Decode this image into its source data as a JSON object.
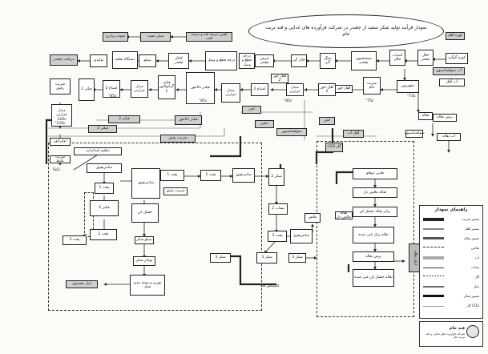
{
  "title": "نمودار فرآیند تولید شکر سفید از چغندر در شرکت فرآورده های غذایی و قند تربت جام",
  "boxes": {
    "b1": "کوره آهک",
    "b2": "کوره گوگرد",
    "b3": "آب سولفیتاسیون",
    "b4": "آب آهک",
    "b5": "خلال چغندر",
    "b6": "اسیاب خلال",
    "b7": "شستشوی چغندر",
    "b8": "دیفوزیون",
    "b9": "شربت خام",
    "b10": "آهک خور",
    "b11": "آهک خور 2",
    "b12": "صافی",
    "b13": "لجن",
    "b14": "سولفیتاسیون",
    "b15": "آب تفاله",
    "b16": "پرس تفاله",
    "b17": "تفاله",
    "b18": "سنگ گیر",
    "b19": "خاک گیر",
    "b20": "خرمن چغندر",
    "b21": "درجه قطع و وصل",
    "b22": "کانال چغندر",
    "b23": "سیلو",
    "b24": "دستگاه تخلیه",
    "b25": "تولیدی",
    "b26": "دریافت چغندر",
    "b27": "نمونه برداری",
    "b28": "سیار تست",
    "b29": "تعیین درصد قند و درصد افت",
    "b30": "فیلتر 2",
    "b31": "اشباع 2",
    "b32": "مبدل حرارتی",
    "b33": "فیلتر گرانولاتور 1",
    "b34": "فیلتر دکانتور",
    "b35": "تبخیر",
    "b36": "شربت رقیق",
    "b37": "مبدل حرارتی 120c",
    "b38": "اواپراتور",
    "b39": "شربت غلیظ",
    "b40": "تنظیم استاندارد",
    "b41": "سانتریفیوژ",
    "b42": "پخت 1",
    "b43": "پخت 2",
    "b44": "پخت 3",
    "b45": "شکر 1",
    "b46": "شکر 2",
    "b47": "شکر 3",
    "b48": "خشک کن",
    "b49": "سیلو شکر",
    "b50": "بوجار شکر",
    "b51": "توزین و بسته بندی شکر",
    "b52": "انبار محصول",
    "b53": "ملاس",
    "b54": "هایبن دوفلو",
    "b55": "تفاله ملاس دار",
    "b56": "برابر تفاله خشک کن",
    "b57": "تفاله پرک غنی شده",
    "b58": "پرس تفاله",
    "b59": "تفاله خشک کن غنی شده",
    "b60": "پساب 1",
    "b61": "پساب 2",
    "b62": "تفاله",
    "b63": "انبار تفاله",
    "b64": "آهک آب",
    "b65": "گاز CO2"
  },
  "labels": {
    "t73": "73c°",
    "t75": "75c°",
    "t85a": "85c°",
    "t85b": "85c°",
    "t85c": "85c°",
    "t120": "120c°",
    "so2": "So2",
    "co2": "CO2",
    "side": "انبار تفاله",
    "bottom": "کلینیکس قند"
  },
  "legend": {
    "title": "راهنمای نمودار",
    "rows": [
      "مسیر شربت",
      "مسیر آهک",
      "مسیر تفاله",
      "ملاس",
      "آب",
      "پساب",
      "گاز",
      "بخار",
      "مسیر شکر",
      "CO2 گاز"
    ]
  },
  "logo": {
    "name": "قند جام",
    "sub": "شرکت فرآورده های غذایی و قند تربت جام"
  },
  "colors": {
    "line": "#222222",
    "gray": "#cfcfcf",
    "dark": "#555555"
  }
}
